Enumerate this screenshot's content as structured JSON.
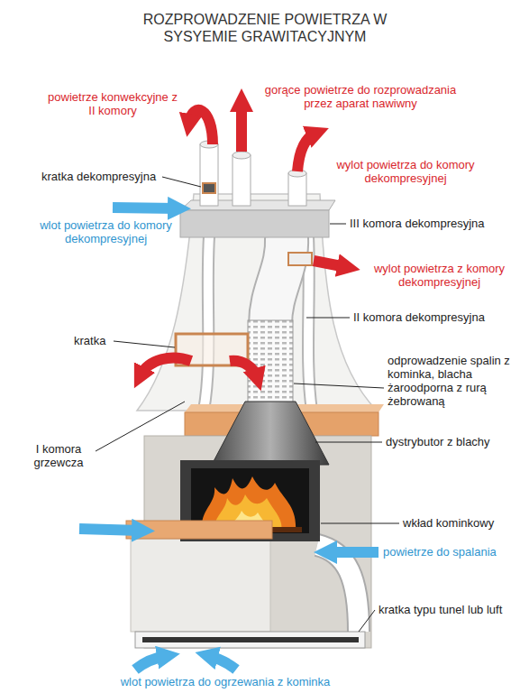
{
  "diagram": {
    "title": "ROZPROWADZENIE POWIETRZA W SYSYEMIE GRAWITACYJNYM",
    "labels": [
      "powietrze konwekcyjne z II komory",
      "gorące powietrze do rozprowadzania przez aparat nawiwny",
      "kratka dekompresyjna",
      "wylot powietrza do komory dekompresyjnej",
      "wlot powietrza do komory dekompresyjnej",
      "III komora dekompresyjna",
      "wylot powietrza z komory dekompresyjnej",
      "kratka",
      "II komora dekompresyjna",
      "odprowadzenie spalin z kominka, blacha żaroodporna z rurą żebrowaną",
      "I komora grzewcza",
      "dystrybutor z blachy",
      "wkład kominkowy",
      "powietrze do spalania",
      "kratka typu tunel lub luft",
      "wlot powietrza do ogrzewania z kominka"
    ]
  }
}
